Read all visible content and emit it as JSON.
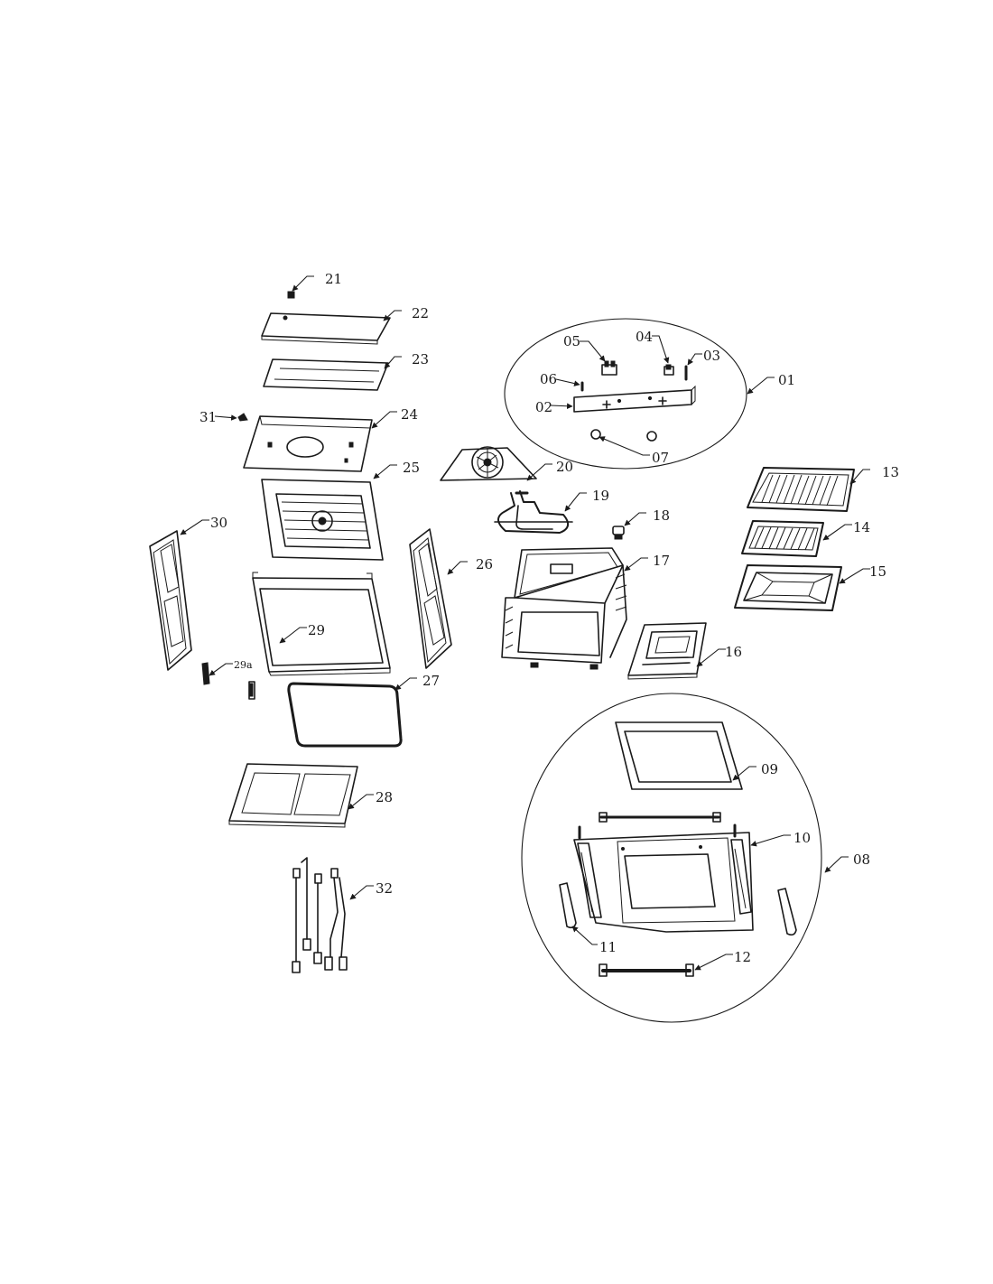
{
  "callouts": {
    "c01": "01",
    "c02": "02",
    "c03": "03",
    "c04": "04",
    "c05": "05",
    "c06": "06",
    "c07": "07",
    "c08": "08",
    "c09": "09",
    "c10": "10",
    "c11": "11",
    "c12": "12",
    "c13": "13",
    "c14": "14",
    "c15": "15",
    "c16": "16",
    "c17": "17",
    "c18": "18",
    "c19": "19",
    "c20": "20",
    "c21": "21",
    "c22": "22",
    "c23": "23",
    "c24": "24",
    "c25": "25",
    "c26": "26",
    "c27": "27",
    "c28": "28",
    "c29": "29",
    "c29a": "29a",
    "c30": "30",
    "c31": "31",
    "c32": "32"
  }
}
